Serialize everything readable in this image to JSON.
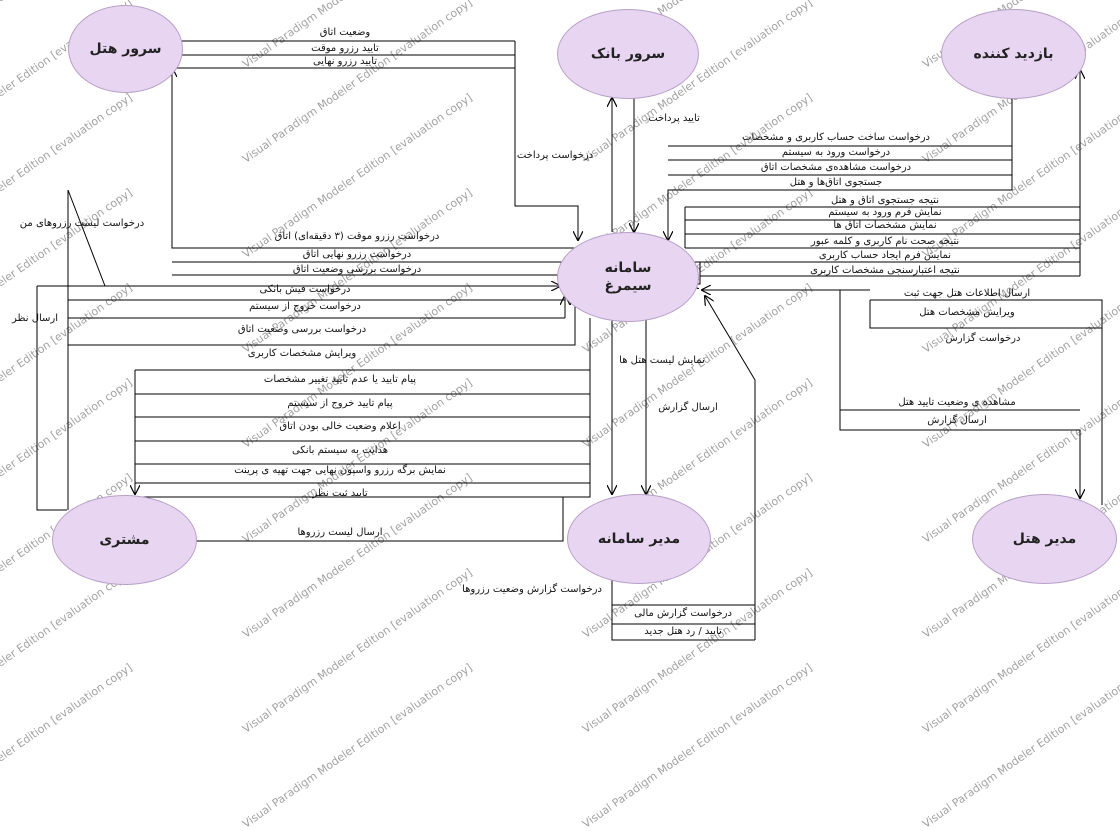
{
  "entities": {
    "hotel_server": "سرور هتل",
    "bank_server": "سرور بانک",
    "visitor": "بازدید کننده",
    "system": "سامانه\nسیمرغ",
    "customer": "مشتری",
    "system_admin": "مدیر سامانه",
    "hotel_manager": "مدیر هتل"
  },
  "flows": {
    "f1": "وضعیت اتاق",
    "f2": "تایید رزرو موقت",
    "f3": "تایید رزرو نهایی",
    "f4": "تایید پرداخت",
    "f5": "درخواست پرداخت",
    "f6": "درخواست ساخت حساب کاربری و مشخصات",
    "f7": "درخواست ورود به سیستم",
    "f8": "درخواست مشاهده‌ی مشخصات اتاق",
    "f9": "جستجوی اتاق‌ها و هتل",
    "f10": "نتیجه جستجوی اتاق و هتل",
    "f11": "نمایش فرم ورود به سیستم",
    "f12": "نمایش مشخصات اتاق ها",
    "f13": "نتیجه صحت نام کاربری و کلمه عبور",
    "f14": "نمایش فرم ایجاد حساب کاربری",
    "f15": "نتیجه اعتبارسنجی مشخصات کاربری",
    "f16": "درخواست لیست رزروهای من",
    "f17": "درخواست رزرو موقت (۳ دقیقه‌ای) اتاق",
    "f18": "درخواست رزرو نهایی اتاق",
    "f19": "درخواست بررسی وضعیت اتاق",
    "f20": "ارسال نظر",
    "f21": "درخواست فیش بانکی",
    "f22": "درخواست خروج از سیستم",
    "f23": "درخواست بررسی وضعیت اتاق",
    "f24": "ویرایش مشخصات کاربری",
    "f25": "پیام تایید یا عدم تایید تغییر مشخصات",
    "f26": "پیام تایید خروج از سیستم",
    "f27": "اعلام وضعیت خالی بودن اتاق",
    "f28": "هدایت به سیستم بانکی",
    "f29": "نمایش برگه رزرو واسپون نهایی جهت تهیه ی پرینت",
    "f30": "تایید ثبت نظر",
    "f31": "ارسال لیست رزروها",
    "f32": "ارسال اطلاعات هتل جهت ثبت",
    "f33": "ویرایش مشخصات هتل",
    "f34": "درخواست گزارش",
    "f35": "مشاهده ی وضعیت تایید هتل",
    "f36": "ارسال گزارش",
    "f37": "نمایش لیست هتل ها",
    "f38": "ارسال گزارش",
    "f39": "درخواست گزارش وضعیت رزروها",
    "f40": "درخواست گزارش مالی",
    "f41": "تایید / رد هتل جدید"
  },
  "watermark": "Visual Paradigm Modeler Edition [evaluation copy]"
}
